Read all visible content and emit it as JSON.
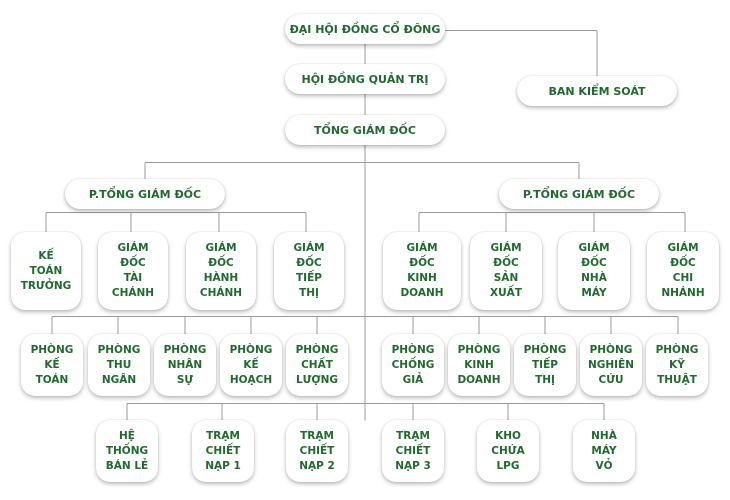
{
  "colors": {
    "accent": "#1f6b2e",
    "line": "#9b9b9b"
  },
  "nodes": {
    "shareholders": "ĐẠI HỘI ĐỒNG CỔ ĐÔNG",
    "board": "HỘI ĐỒNG QUẢN TRỊ",
    "supervisory": "BAN KIỂM SOÁT",
    "ceo": "TỔNG GIÁM ĐỐC",
    "vp_left": "P.TỔNG GIÁM ĐỐC",
    "vp_right": "P.TỔNG GIÁM ĐỐC",
    "chief_accountant": "KẾ\nTOÁN\nTRƯỞNG",
    "gd_finance": "GIÁM\nĐỐC\nTÀI\nCHÁNH",
    "gd_admin": "GIÁM\nĐỐC\nHÀNH\nCHÁNH",
    "gd_marketing": "GIÁM\nĐỐC\nTIẾP\nTHỊ",
    "gd_business": "GIÁM\nĐỐC\nKINH\nDOANH",
    "gd_production": "GIÁM\nĐỐC\nSẢN\nXUẤT",
    "gd_factory": "GIÁM\nĐỐC\nNHÀ\nMÁY",
    "gd_branch": "GIÁM\nĐỐC\nCHI\nNHÁNH",
    "p_accounting": "PHÒNG\nKẾ\nTOÁN",
    "p_treasury": "PHÒNG\nTHU\nNGÂN",
    "p_hr": "PHÒNG\nNHÂN\nSỰ",
    "p_planning": "PHÒNG\nKẾ\nHOẠCH",
    "p_quality": "PHÒNG\nCHẤT\nLƯỢNG",
    "p_counterfeit": "PHÒNG\nCHỐNG\nGIẢ",
    "p_sales": "PHÒNG\nKINH\nDOANH",
    "p_marketing": "PHÒNG\nTIẾP\nTHỊ",
    "p_research": "PHÒNG\nNGHIÊN\nCỨU",
    "p_technical": "PHÒNG\nKỸ\nTHUẬT",
    "retail": "HỆ\nTHỐNG\nBÁN LẺ",
    "station1": "TRẠM\nCHIẾT\nNẠP 1",
    "station2": "TRẠM\nCHIẾT\nNẠP 2",
    "station3": "TRẠM\nCHIẾT\nNẠP 3",
    "lpg_depot": "KHO\nCHỨA\nLPG",
    "plant_vo": "NHÀ\nMÁY\nVỎ"
  }
}
